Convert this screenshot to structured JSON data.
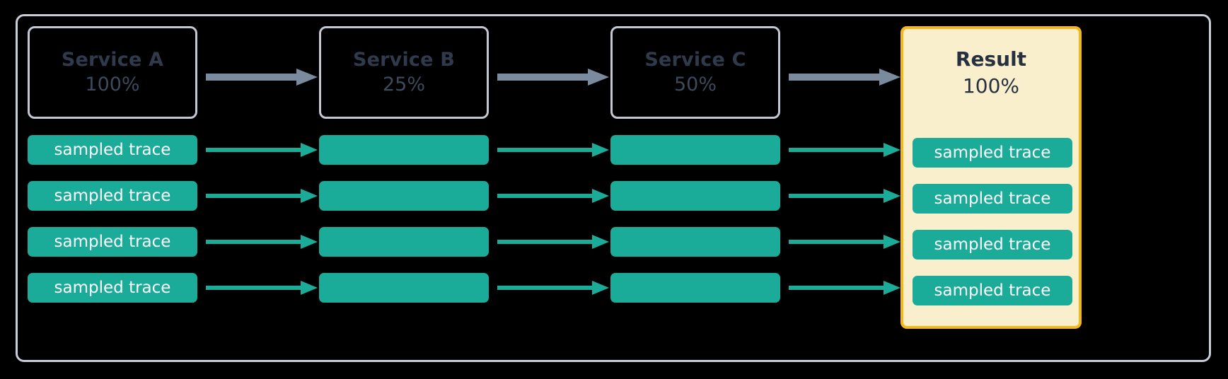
{
  "diagram": {
    "title": "Service sampling pipeline",
    "type": "flow-diagram",
    "background_color": "#000000",
    "frame_border_color": "#c9ced6",
    "accent_color": "#1bab99",
    "highlight_border_color": "#f5b915",
    "highlight_fill_color": "#faefcd",
    "arrow_gray_color": "#7b8b9e",
    "text_dark_color": "#2f3b4c"
  },
  "services": [
    {
      "name": "Service A",
      "percent": "100%"
    },
    {
      "name": "Service B",
      "percent": "25%"
    },
    {
      "name": "Service C",
      "percent": "50%"
    }
  ],
  "result": {
    "name": "Result",
    "percent": "100%",
    "traces": [
      {
        "label": "sampled trace"
      },
      {
        "label": "sampled trace"
      },
      {
        "label": "sampled trace"
      },
      {
        "label": "sampled trace"
      }
    ]
  },
  "trace_rows": [
    {
      "cells": [
        {
          "label": "sampled trace",
          "has_label": true
        },
        {
          "label": "",
          "has_label": false
        },
        {
          "label": "",
          "has_label": false
        }
      ]
    },
    {
      "cells": [
        {
          "label": "sampled trace",
          "has_label": true
        },
        {
          "label": "",
          "has_label": false
        },
        {
          "label": "",
          "has_label": false
        }
      ]
    },
    {
      "cells": [
        {
          "label": "sampled trace",
          "has_label": true
        },
        {
          "label": "",
          "has_label": false
        },
        {
          "label": "",
          "has_label": false
        }
      ]
    },
    {
      "cells": [
        {
          "label": "sampled trace",
          "has_label": true
        },
        {
          "label": "",
          "has_label": false
        },
        {
          "label": "",
          "has_label": false
        }
      ]
    }
  ]
}
